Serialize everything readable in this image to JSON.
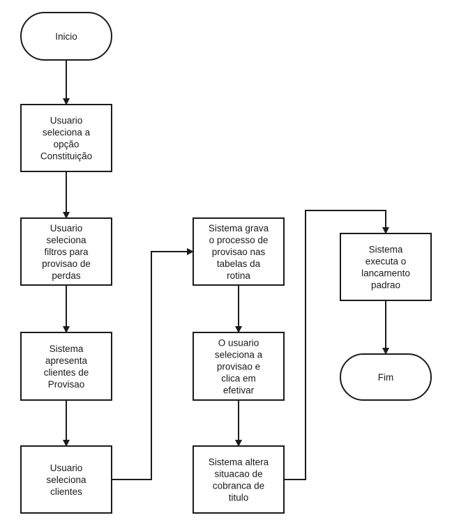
{
  "diagram": {
    "nodes": [
      {
        "id": "inicio",
        "shape": "terminal",
        "lines": [
          "Inicio"
        ]
      },
      {
        "id": "usuario-seleciona-opcao",
        "shape": "process",
        "lines": [
          "Usuario",
          "seleciona a",
          "opção",
          "Constituição"
        ]
      },
      {
        "id": "usuario-seleciona-filtros",
        "shape": "process",
        "lines": [
          "Usuario",
          "seleciona",
          "filtros para",
          "provisao de",
          "perdas"
        ]
      },
      {
        "id": "sistema-apresenta-clientes",
        "shape": "process",
        "lines": [
          "Sistema",
          "apresenta",
          "clientes de",
          "Provisao"
        ]
      },
      {
        "id": "usuario-seleciona-clientes",
        "shape": "process",
        "lines": [
          "Usuario",
          "seleciona",
          "clientes"
        ]
      },
      {
        "id": "sistema-grava-processo",
        "shape": "process",
        "lines": [
          "Sistema grava",
          "o processo de",
          "provisao nas",
          "tabelas da",
          "rotina"
        ]
      },
      {
        "id": "usuario-seleciona-provisao",
        "shape": "process",
        "lines": [
          "O usuario",
          "seleciona a",
          "provisao e",
          "clica em",
          "efetivar"
        ]
      },
      {
        "id": "sistema-altera-situacao",
        "shape": "process",
        "lines": [
          "Sistema altera",
          "situacao de",
          "cobranca de",
          "titulo"
        ]
      },
      {
        "id": "sistema-executa-lancamento",
        "shape": "process",
        "lines": [
          "Sistema",
          "executa o",
          "lancamento",
          "padrao"
        ]
      },
      {
        "id": "fim",
        "shape": "terminal",
        "lines": [
          "Fim"
        ]
      }
    ],
    "edges": [
      {
        "from": "inicio",
        "to": "usuario-seleciona-opcao"
      },
      {
        "from": "usuario-seleciona-opcao",
        "to": "usuario-seleciona-filtros"
      },
      {
        "from": "usuario-seleciona-filtros",
        "to": "sistema-apresenta-clientes"
      },
      {
        "from": "sistema-apresenta-clientes",
        "to": "usuario-seleciona-clientes"
      },
      {
        "from": "usuario-seleciona-clientes",
        "to": "sistema-grava-processo"
      },
      {
        "from": "sistema-grava-processo",
        "to": "usuario-seleciona-provisao"
      },
      {
        "from": "usuario-seleciona-provisao",
        "to": "sistema-altera-situacao"
      },
      {
        "from": "sistema-altera-situacao",
        "to": "sistema-executa-lancamento"
      },
      {
        "from": "sistema-executa-lancamento",
        "to": "fim"
      }
    ]
  }
}
